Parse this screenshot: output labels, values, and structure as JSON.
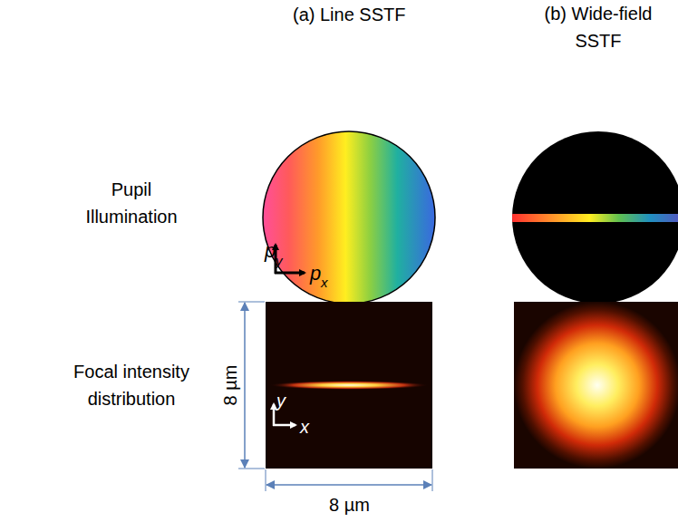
{
  "diagram": {
    "labels": [
      "(a) Line SSTF",
      "(b) Wide-field SSTF",
      "Pupil Illumination",
      "Focal intensity distribution",
      "p",
      "y",
      "p",
      "x",
      "8 µm",
      "y",
      "x",
      "8 µm"
    ]
  }
}
